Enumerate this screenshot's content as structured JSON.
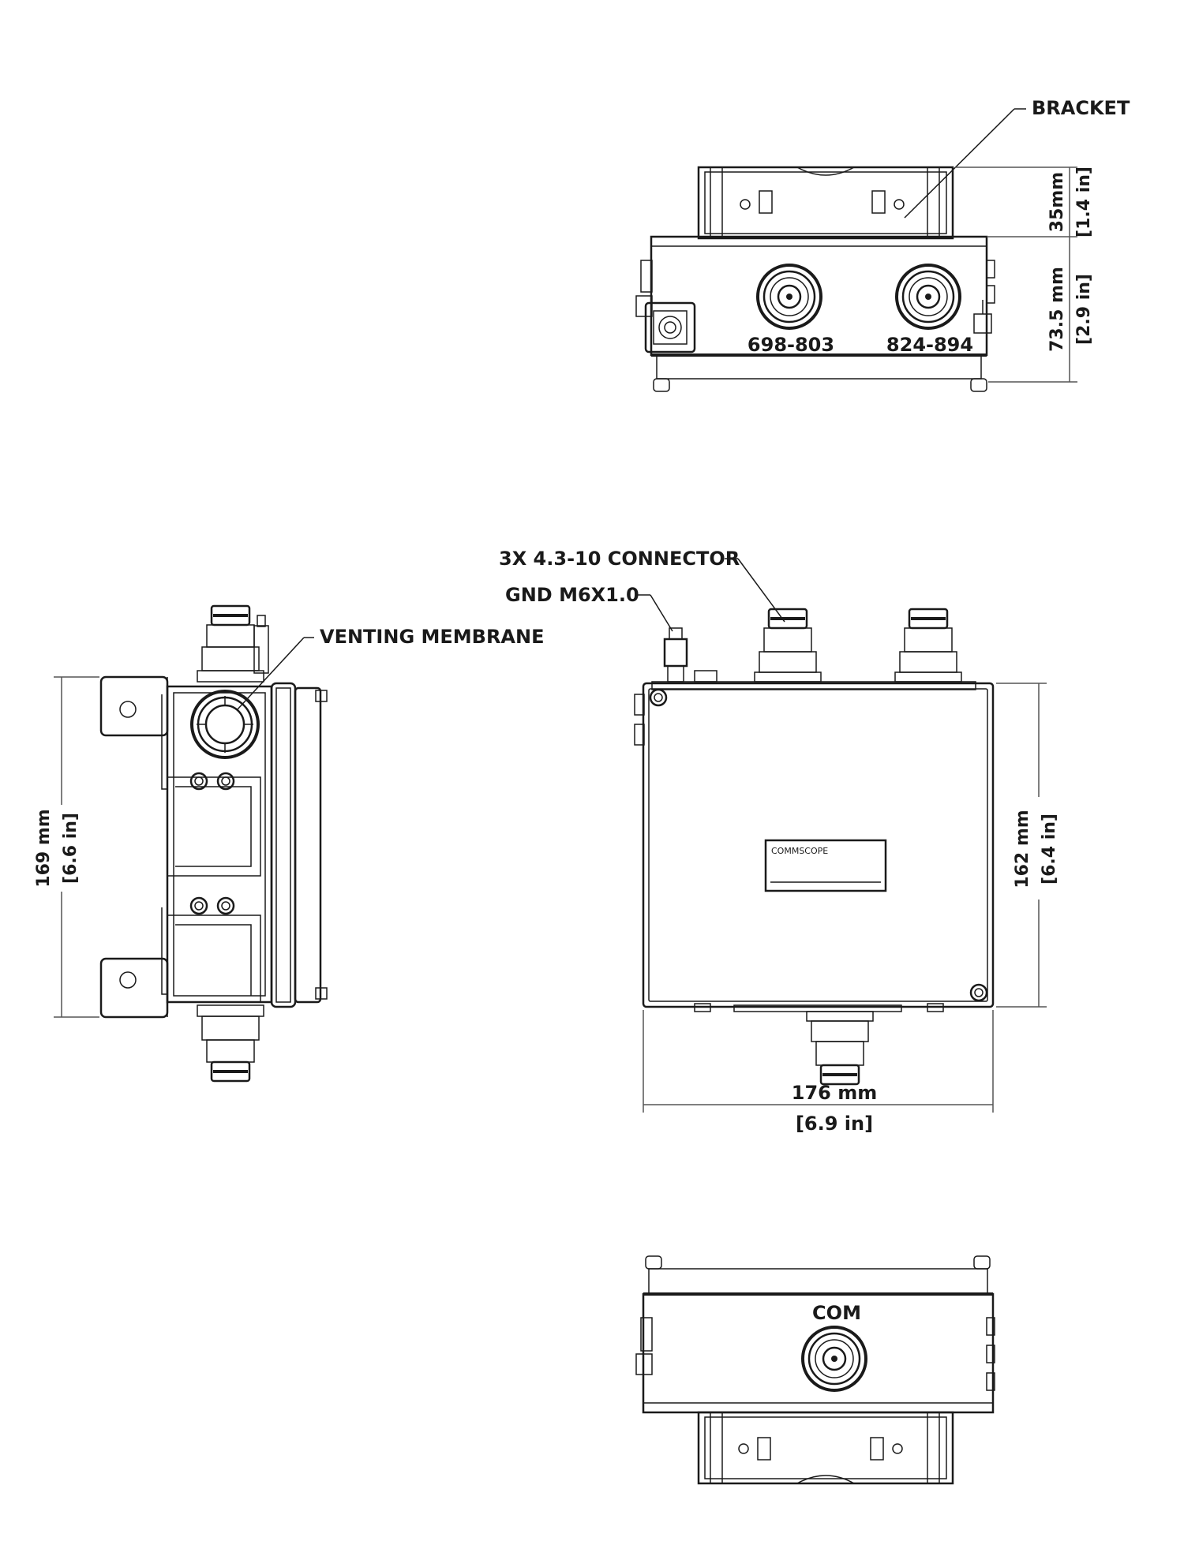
{
  "labels": {
    "bracket": "BRACKET",
    "connector": "3X 4.3-10 CONNECTOR",
    "gnd": "GND M6X1.0",
    "venting_membrane": "VENTING MEMBRANE",
    "port_1": "698-803",
    "port_2": "824-894",
    "com": "COM",
    "brand_plate": "COMMSCOPE"
  },
  "dimensions": {
    "bracket_depth_mm": "35mm",
    "bracket_depth_in": "[1.4 in]",
    "body_depth_mm": "73.5 mm",
    "body_depth_in": "[2.9 in]",
    "side_height_mm": "169 mm",
    "side_height_in": "[6.6 in]",
    "front_height_mm": "162 mm",
    "front_height_in": "[6.4 in]",
    "front_width_mm": "176 mm",
    "front_width_in": "[6.9 in]"
  }
}
